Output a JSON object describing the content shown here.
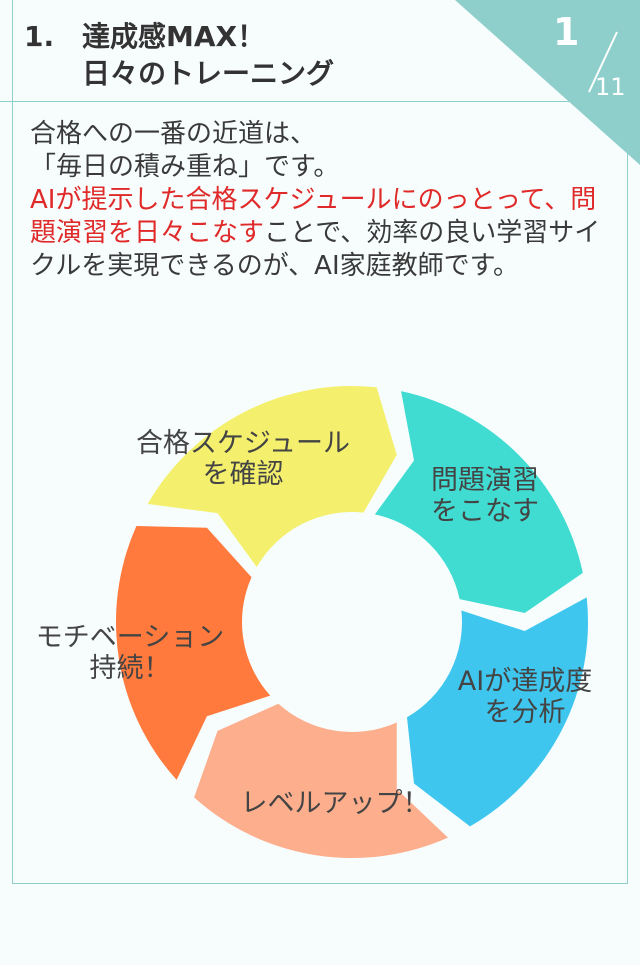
{
  "header": {
    "number": "1.",
    "title_line1": "達成感MAX！",
    "title_line2": "日々のトレーニング"
  },
  "pager": {
    "current": "1",
    "total": "11"
  },
  "body": {
    "line1": "合格への一番の近道は、",
    "line2": "「毎日の積み重ね」です。",
    "highlight": "AIが提示した合格スケジュールにのっとって、問題演習を日々こなす",
    "rest": "ことで、効率の良い学習サイクルを実現できるのが、AI家庭教師です。"
  },
  "cycle": {
    "steps": [
      {
        "line1": "合格スケジュール",
        "line2": "を確認",
        "color": "#f4f06e"
      },
      {
        "line1": "問題演習",
        "line2": "をこなす",
        "color": "#40dcd2"
      },
      {
        "line1": "AIが達成度",
        "line2": "を分析",
        "color": "#3ec6ef"
      },
      {
        "line1": "レベルアップ！",
        "line2": "",
        "color": "#fdae8c"
      },
      {
        "line1": "モチベーション",
        "line2": "持続！",
        "color": "#ff7a3c"
      }
    ]
  },
  "colors": {
    "accent": "#8ecfcb",
    "highlight_text": "#e02a2a",
    "background": "#f7fdfd"
  }
}
